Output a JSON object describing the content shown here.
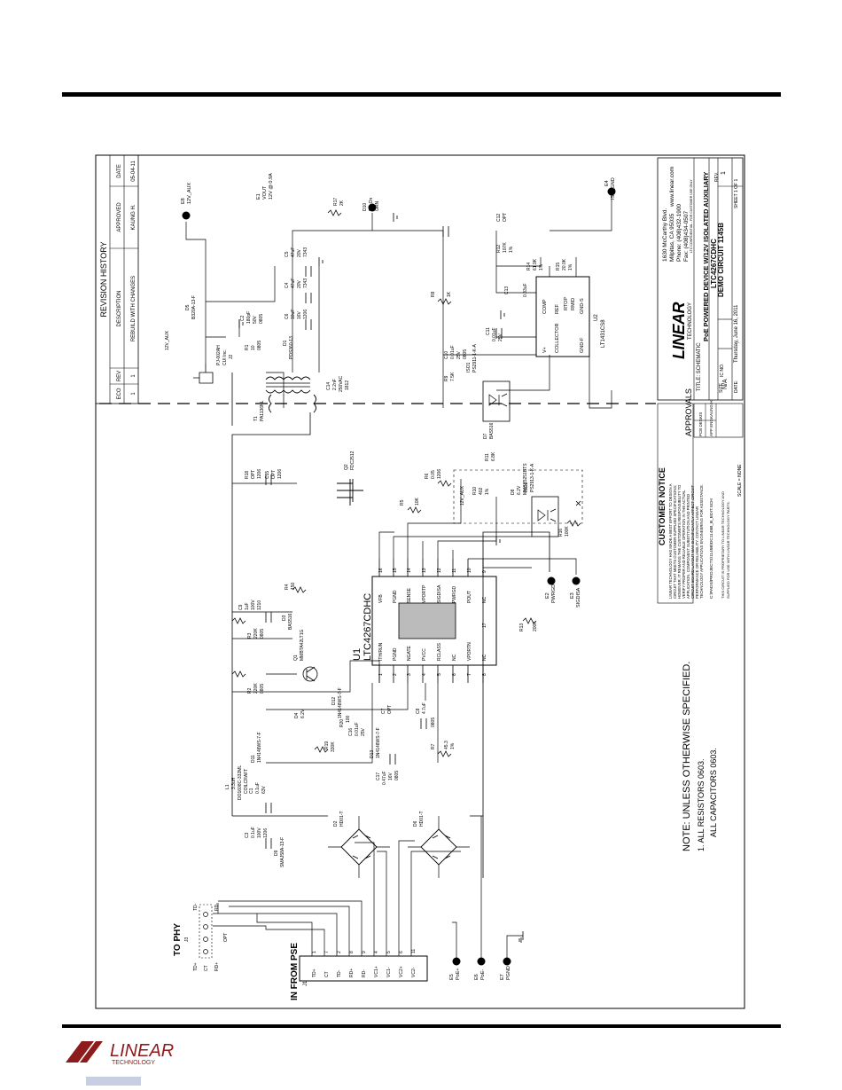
{
  "page": {
    "footer_logo_text": "LINEAR",
    "footer_logo_sub": "TECHNOLOGY"
  },
  "schematic": {
    "revision_history": {
      "title": "REVISION HISTORY",
      "headers": [
        "ECO",
        "REV",
        "DESCRIPTION",
        "APPROVED",
        "DATE"
      ],
      "row": [
        "1",
        "1",
        "REBUILD WITH CHANGES",
        "KAUNG H.",
        "05-04-11"
      ]
    },
    "note": {
      "line1": "NOTE: UNLESS OTHERWISE SPECIFIED.",
      "line2": "1. ALL RESISTORS 0603.",
      "line3": "ALL CAPACITORS 0603."
    },
    "customer_notice": {
      "title": "CUSTOMER NOTICE",
      "lines": [
        "LINEAR TECHNOLOGY HAS MADE A BEST EFFORT TO DESIGN A",
        "CIRCUIT THAT MEETS CUSTOMER-SUPPLIED SPECIFICATIONS;",
        "HOWEVER, IT REMAINS THE CUSTOMER'S RESPONSIBILITY TO",
        "VERIFY PROPER AND RELIABLE OPERATION IN THE ACTUAL",
        "APPLICATION. COMPONENT SUBSTITUTION AND PRINTED",
        "CIRCUIT BOARD LAYOUT MAY SIGNIFICANTLY AFFECT CIRCUIT",
        "PERFORMANCE OR RELIABILITY. CONTACT LINEAR",
        "TECHNOLOGY APPLICATIONS ENGINEERING FOR ASSISTANCE."
      ],
      "path": "C:\\PADS\\PROJECTS\\1145B\\DC1145B_B_EDIT.SCH",
      "disclaimer1": "THIS CIRCUIT IS PROPRIETARY TO LINEAR TECHNOLOGY AND",
      "disclaimer2": "SUPPLIED FOR USE WITH LINEAR TECHNOLOGY PARTS."
    },
    "approvals": {
      "title": "APPROVALS",
      "rows": [
        [
          "PCB DES.",
          "KIS"
        ],
        [
          "APP ENG.",
          "KAUNG H."
        ]
      ]
    },
    "title_block": {
      "address": "1630 McCarthy Blvd.",
      "city": "Milpitas, CA 95035",
      "web": "www.linear.com",
      "phone": "Phone: (408)432-1900",
      "fax": "Fax: (408)434-0507",
      "confidential": "LTC CONFIDENTIAL - FOR CUSTOMER USE ONLY",
      "logo": "LINEAR",
      "logo_sub": "TECHNOLOGY",
      "title_label": "TITLE: SCHEMATIC",
      "title1": "PoE POWERED DEVICE W/12V ISOLATED AUXILIARY",
      "title2": "LTC4267CDHC",
      "title3": "DEMO CIRCUIT 1145B",
      "size_label": "SIZE",
      "size": "N/A",
      "icno_label": "IC NO.",
      "rev_label": "REV.",
      "rev": "1",
      "date_label": "DATE:",
      "date": "Thursday, June 16, 2011",
      "sheet": "SHEET 1 OF 1",
      "scale": "SCALE = NONE"
    },
    "ic_u1": {
      "ref": "U1",
      "part": "LTC4267CDHC",
      "left_pins": [
        {
          "num": "1",
          "name": "ITH/RUN"
        },
        {
          "num": "2",
          "name": "PGND"
        },
        {
          "num": "3",
          "name": "NGATE"
        },
        {
          "num": "4",
          "name": "PVCC"
        },
        {
          "num": "5",
          "name": "RCLASS"
        },
        {
          "num": "6",
          "name": "NC"
        },
        {
          "num": "7",
          "name": "VPORTN"
        },
        {
          "num": "8",
          "name": "NC"
        }
      ],
      "right_pins": [
        {
          "num": "16",
          "name": "VFB"
        },
        {
          "num": "15",
          "name": "PGND"
        },
        {
          "num": "14",
          "name": "SENSE"
        },
        {
          "num": "13",
          "name": "VPORTP"
        },
        {
          "num": "12",
          "name": "SIGDISA"
        },
        {
          "num": "11",
          "name": "PWRGD"
        },
        {
          "num": "10",
          "name": "POUT"
        },
        {
          "num": "9",
          "name": "NC"
        }
      ],
      "pad": "17"
    },
    "ic_u2": {
      "part": "LT1431CS8",
      "ref": "U2",
      "pins": [
        {
          "num": "1",
          "name": "COLLECTOR"
        },
        {
          "num": "8",
          "name": "REF"
        },
        {
          "num": "4",
          "name": "RTOP"
        },
        {
          "num": "3",
          "name": "RMID"
        },
        {
          "num": "6",
          "name": "GND-F"
        },
        {
          "num": "5",
          "name": "GND-S"
        },
        {
          "num": "2",
          "name": "COMP"
        },
        {
          "num": "7",
          "name": "V+"
        }
      ]
    },
    "connectors": {
      "j1": {
        "ref": "J1",
        "label": "IN FROM PSE",
        "pins": [
          "TD+",
          "CT",
          "TD-",
          "RD+",
          "RD-",
          "VC1+",
          "VC1-",
          "VC2+",
          "VC2-"
        ],
        "nums": [
          "1",
          "7",
          "2",
          "8",
          "9",
          "4",
          "5",
          "6",
          "11"
        ]
      },
      "j3": {
        "ref": "J3",
        "label": "TO PHY",
        "pins": [
          "TD+",
          "CT",
          "RD+",
          "TD-",
          "RD-"
        ],
        "nums": [
          "1",
          "3",
          "5",
          "2",
          "6"
        ],
        "opt": "OPT"
      },
      "j2": {
        "ref": "J2",
        "part": "PJ-002AH",
        "vendor": "CUI Inc."
      }
    },
    "labels": {
      "e1": "E1",
      "e1_net": "VOUT",
      "e1_val": "12V @ 0.9A",
      "e4": "E4",
      "e4_net": "ISO_GND",
      "e8": "E8",
      "e8_net": "12V_AUX",
      "e5": "E5",
      "e5_net": "PoE+",
      "e6": "E6",
      "e6_net": "PoE-",
      "e7": "E7",
      "e7_net": "PGND",
      "e2": "E2",
      "e2_net": "PWRGD",
      "e3": "E3",
      "e3_net": "SIGDISA",
      "aux_net": "12V_AUX",
      "aux_net2": "12V_AUX",
      "t1": "T1",
      "t1_part": "PA1136NL",
      "d1": "D1",
      "d1_part": "PDS360-13",
      "d2": "D2",
      "d2_part": "HD01-T",
      "d6": "D6",
      "d6_part": "HD01-T",
      "d5": "D5",
      "d5_part": "B320A-13-F",
      "d9": "D9",
      "d9_part": "SMAJ58A-13-F",
      "d3": "D3",
      "d3_part": "BAS516",
      "d4": "D4",
      "d4_val": "6.2V",
      "d7": "D7",
      "d7_part": "BAS516",
      "d8": "D8",
      "d8_val": "6.2V",
      "d8_part": "MMSZ5251BTS",
      "d10": "D10",
      "d10_val": "PG On",
      "d10_part": "GRN",
      "d11": "D11",
      "d11_part": "1N4148WS-7-F",
      "d12": "D12",
      "d12_part": "1N4148WS-7-F",
      "d13": "D13",
      "d13_part": "1N4148WS-7-F",
      "q1": "Q1",
      "q1_part": "MMBTA42LT1G",
      "q2": "Q2",
      "q2_part": "FDC2512",
      "iso1": "ISO1",
      "iso1_part": "PS2911-1-K-A",
      "iso2": "ISO2",
      "iso2_part": "PS2913-1-K-A",
      "l1": "L1",
      "l1_val": "3.3uH",
      "l1_part": "DO1608C-332ML",
      "l1_vendor": "COILCRAFT",
      "c1": "C1",
      "c1_val": "0.1uF",
      "c1_v": "63V",
      "c2": "C2",
      "c2_val": "180pF",
      "c2_v": "50V",
      "c2_s": "0805",
      "c3": "C3",
      "c3_val": "0.1uF",
      "c3_v": "100V",
      "c3_s": "1206",
      "c4": "C4",
      "c4_val": "47uF",
      "c4_v": "20V",
      "c4_s": "7343",
      "c5": "C5",
      "c5_val": "47uF",
      "c5_v": "20V",
      "c5_s": "7343",
      "c6": "C6",
      "c6_val": "10uF",
      "c6_v": "16V",
      "c6_s": "1206",
      "c7": "C7",
      "c7_val": "OPT",
      "c8": "C8",
      "c8_val": "4.7uF",
      "c8_s": "0805",
      "c9": "C9",
      "c9_val": "1uF",
      "c9_v": "100V",
      "c9_s": "1210",
      "c10": "C10",
      "c10_val": "0.01uF",
      "c10_v": "25V",
      "c10_s": "0805",
      "c11": "C11",
      "c11_val": "0.01uF",
      "c11_v": "25V",
      "c12": "C12",
      "c12_val": "OPT",
      "c13": "C13",
      "c13_val": "0.33uF",
      "c14": "C14",
      "c14_val": "2.2nF",
      "c14_v": "250VAC",
      "c14_s": "1812",
      "c15": "C15",
      "c15_val": "OPT",
      "c15_s": "1206",
      "c16": "C16",
      "c16_val": "0.01uF",
      "c16_v": "25V",
      "c17": "C17",
      "c17_val": "0.47uF",
      "c17_v": "16V",
      "c17_s": "0805",
      "r1": "R1",
      "r1_val": "10",
      "r1_s": "0805",
      "r2": "R2",
      "r2_val": "220K",
      "r2_s": "0805",
      "r3": "R3",
      "r3_val": "220K",
      "r3_s": "0805",
      "r4": "R4",
      "r4_val": "150",
      "r5": "R5",
      "r5_val": "10K",
      "r6": "R6",
      "r6_val": "0.05",
      "r6_s": "1206",
      "r7": "R7",
      "r7_val": "45.3",
      "r7_t": "1%",
      "r8": "R8",
      "r8_val": "1K",
      "r9": "R9",
      "r9_val": "7.5K",
      "r10": "R10",
      "r10_val": "402",
      "r10_t": "1%",
      "r11": "R11",
      "r11_val": "6.8K",
      "r12": "R12",
      "r12_val": "107K",
      "r12_t": "1%",
      "r13": "R13",
      "r13_val": "200K",
      "r14": "R14",
      "r14_val": "61.9K",
      "r14_t": "1%",
      "r15": "R15",
      "r15_val": "20.0K",
      "r15_t": "1%",
      "r16": "R16",
      "r16_val": "100K",
      "r17": "R17",
      "r17_val": "2K",
      "r18": "R18",
      "r18_val": "OPT",
      "r18_s": "1206",
      "r19": "R19",
      "r19_val": "330K",
      "r20": "R20",
      "r20_val": "100"
    }
  }
}
